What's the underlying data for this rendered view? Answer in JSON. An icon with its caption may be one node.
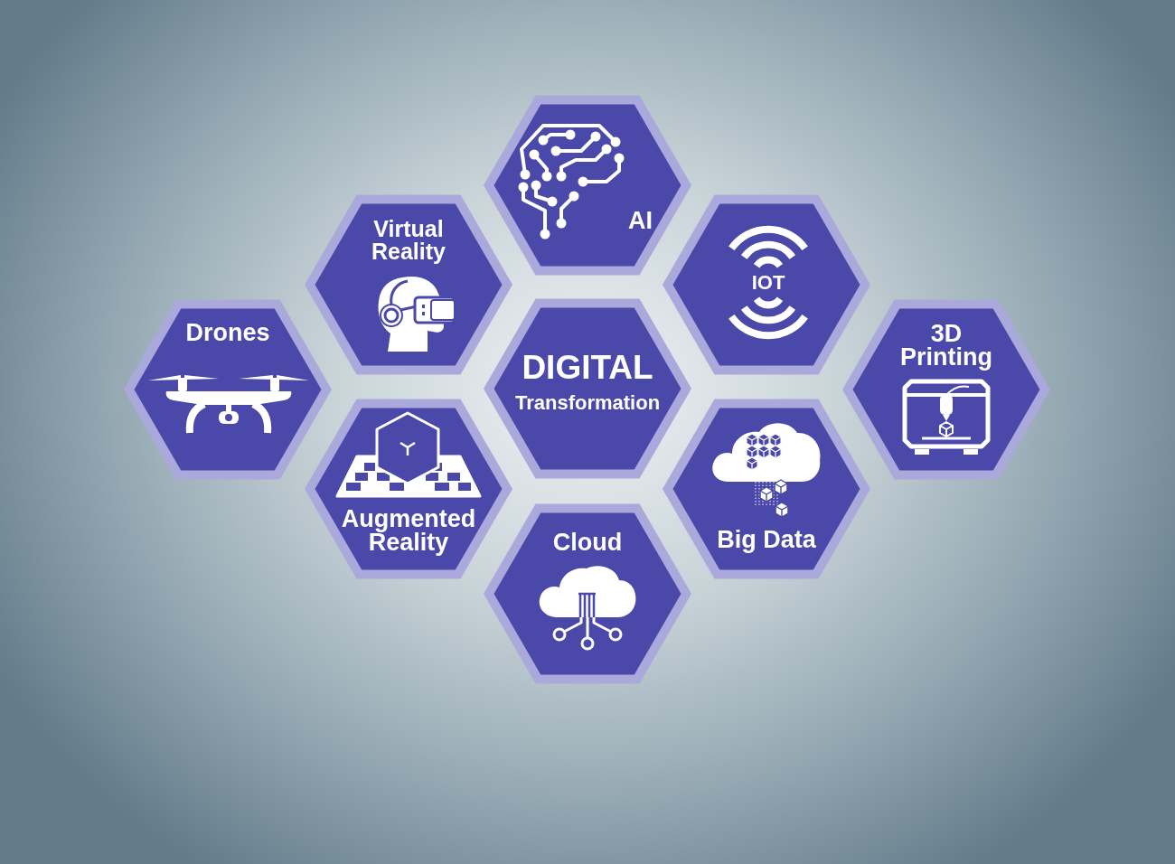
{
  "diagram": {
    "nodes": [
      {
        "text": [
          "AI"
        ]
      },
      {
        "text": [
          "Virtual Reality"
        ]
      },
      {
        "text": [
          "IOT"
        ]
      },
      {
        "text": [
          "Drones"
        ]
      },
      {
        "text": [
          "DIGITAL",
          "Transformation"
        ]
      },
      {
        "text": [
          "3D Printing"
        ]
      },
      {
        "text": [
          "Augmented Reality"
        ]
      },
      {
        "text": [
          "Big Data"
        ]
      },
      {
        "text": [
          "Cloud"
        ]
      }
    ]
  }
}
